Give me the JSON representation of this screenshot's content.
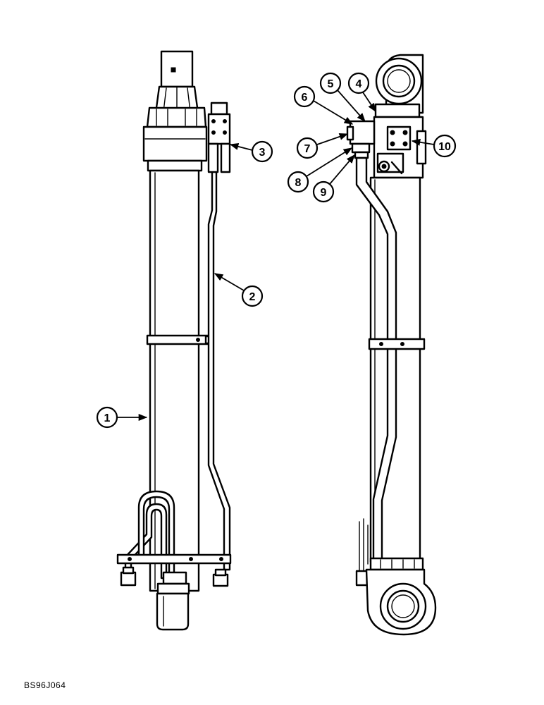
{
  "callouts": [
    {
      "label": "1"
    },
    {
      "label": "2"
    },
    {
      "label": "3"
    },
    {
      "label": "4"
    },
    {
      "label": "5"
    },
    {
      "label": "6"
    },
    {
      "label": "7"
    },
    {
      "label": "8"
    },
    {
      "label": "9"
    },
    {
      "label": "10"
    }
  ],
  "drawing_code": "BS96J064"
}
